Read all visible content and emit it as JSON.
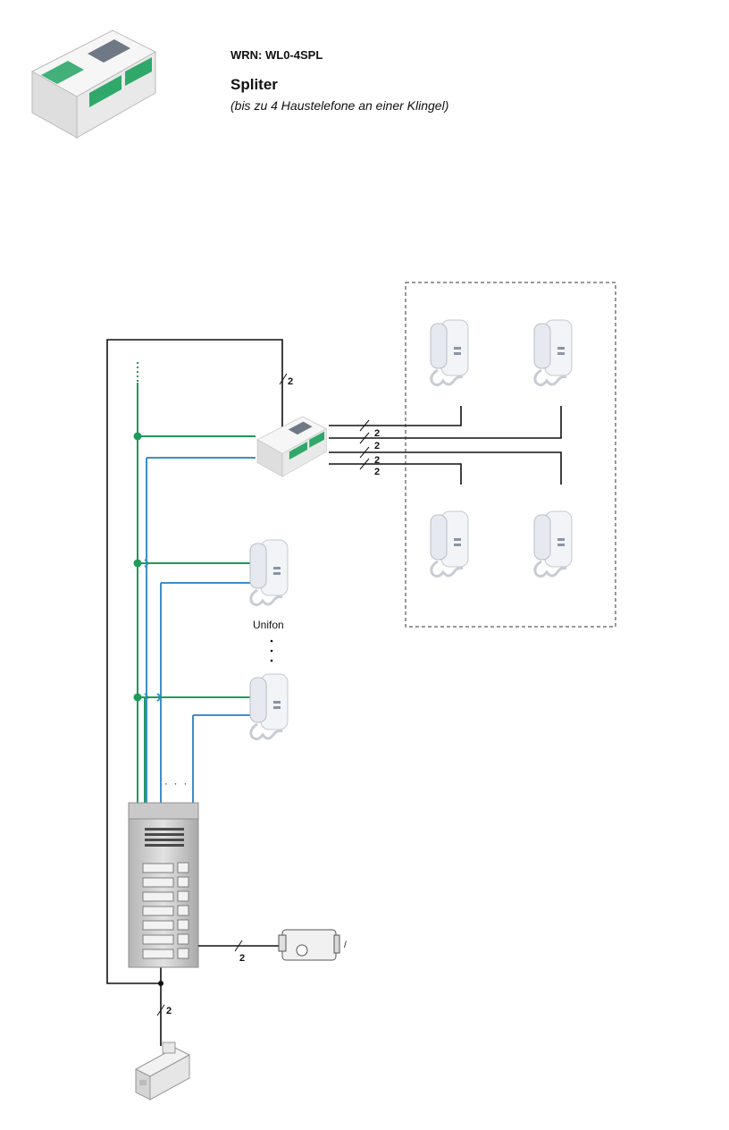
{
  "header": {
    "code": "WRN: WL0-4SPL",
    "title": "Spliter",
    "description": "(bis zu 4 Haustelefone an einer Klingel)"
  },
  "diagram": {
    "unifon_label": "Unifon",
    "wire_count": "2",
    "ellipsis": "· · ·",
    "edge_mark": "/"
  },
  "colors": {
    "green_wire": "#1f9a5a",
    "blue_wire": "#3b8fce",
    "black_wire": "#111111",
    "dashed_box": "#333333"
  },
  "icons": [
    "splitter-device-icon",
    "intercom-handset-icon",
    "door-panel-icon",
    "electric-door-lock-icon",
    "din-rail-power-supply-icon"
  ]
}
